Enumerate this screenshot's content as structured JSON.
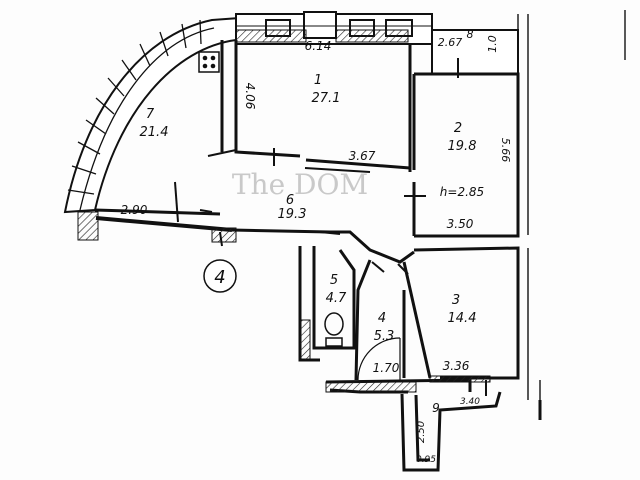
{
  "watermark": "The DOM",
  "apartment_number": "4",
  "ceiling_height": "h=2.85",
  "rooms": [
    {
      "id": "1",
      "area": "27.1"
    },
    {
      "id": "2",
      "area": "19.8"
    },
    {
      "id": "3",
      "area": "14.4"
    },
    {
      "id": "4",
      "area": "5.3"
    },
    {
      "id": "5",
      "area": "4.7"
    },
    {
      "id": "6",
      "area": "19.3"
    },
    {
      "id": "7",
      "area": "21.4"
    },
    {
      "id": "8",
      "area": "1.0"
    },
    {
      "id": "9",
      "area": "0.95"
    }
  ],
  "dimensions": {
    "room1_width": "6.14",
    "room1_height": "4.06",
    "balcony8_width": "2.67",
    "room2_height": "5.66",
    "room6_width": "3.67",
    "room7_width": "2.90",
    "room2_width": "3.50",
    "bath_width": "1.70",
    "room3_width": "3.36",
    "balcony9_width": "3.40",
    "balcony9_height": "2.50"
  }
}
